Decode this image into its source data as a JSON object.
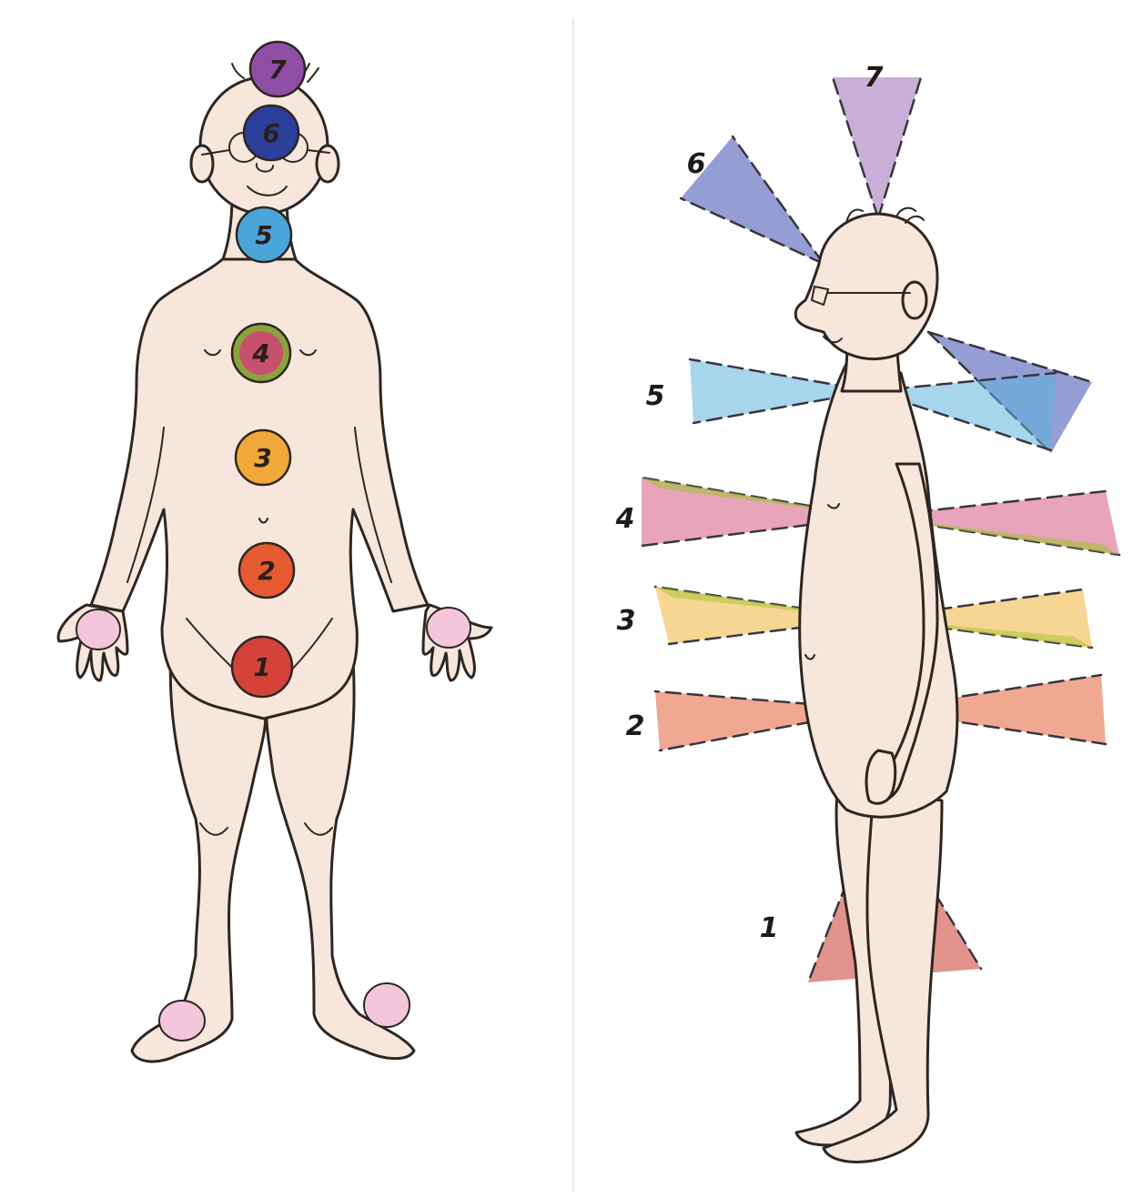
{
  "front_figure": {
    "chakras": [
      {
        "label": "7",
        "color": "#8e4ea6"
      },
      {
        "label": "6",
        "color": "#2b3f9b"
      },
      {
        "label": "5",
        "color": "#4aa6d8"
      },
      {
        "label": "4",
        "color": "#c94f6e",
        "ring": "#8aa33a"
      },
      {
        "label": "3",
        "color": "#f0a83a"
      },
      {
        "label": "2",
        "color": "#e65a32"
      },
      {
        "label": "1",
        "color": "#d4423a"
      }
    ],
    "hand_foot_color": "#f3c6dc"
  },
  "side_figure": {
    "rays": [
      {
        "label": "7",
        "color": "#9c6bb6"
      },
      {
        "label": "6",
        "color": "#3d4fb0"
      },
      {
        "label": "5",
        "color": "#5cb3dc"
      },
      {
        "label": "4",
        "color": "#d65a84",
        "accent": "#a7c23a"
      },
      {
        "label": "3",
        "color": "#f0b43a",
        "accent": "#b0c53a"
      },
      {
        "label": "2",
        "color": "#e4603a"
      },
      {
        "label": "1",
        "color": "#c83a2e"
      }
    ]
  }
}
